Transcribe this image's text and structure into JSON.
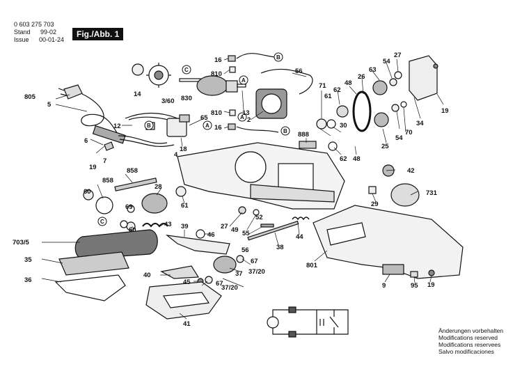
{
  "header": {
    "doc_number": "0 603 275 703",
    "stand_label": "Stand",
    "issue_label": "Issue",
    "stand_date": "99-02",
    "issue_date": "00-01-24",
    "figure_tab": "Fig./Abb. 1"
  },
  "notes": [
    "Änderungen vorbehalten",
    "Modifications reserved",
    "Modifications reservees",
    "Salvo modificaciones"
  ],
  "callout_labels": {
    "A": "A",
    "B": "B",
    "C": "C"
  },
  "part_labels": [
    "805",
    "5",
    "6",
    "7",
    "19",
    "12",
    "14",
    "3/60",
    "830",
    "16",
    "810",
    "56",
    "71",
    "61",
    "62",
    "48",
    "26",
    "63",
    "27",
    "54",
    "19",
    "34",
    "13",
    "2",
    "810",
    "16",
    "888",
    "30",
    "25",
    "54",
    "70",
    "65",
    "18",
    "4",
    "62",
    "48",
    "42",
    "858",
    "858",
    "60",
    "28",
    "61",
    "731",
    "69",
    "60",
    "29",
    "27",
    "49",
    "55",
    "52",
    "43",
    "39",
    "46",
    "44",
    "703/5",
    "35",
    "36",
    "38",
    "56",
    "37",
    "67",
    "37/20",
    "801",
    "40",
    "45",
    "67",
    "37/20",
    "41",
    "9",
    "95",
    "19"
  ]
}
